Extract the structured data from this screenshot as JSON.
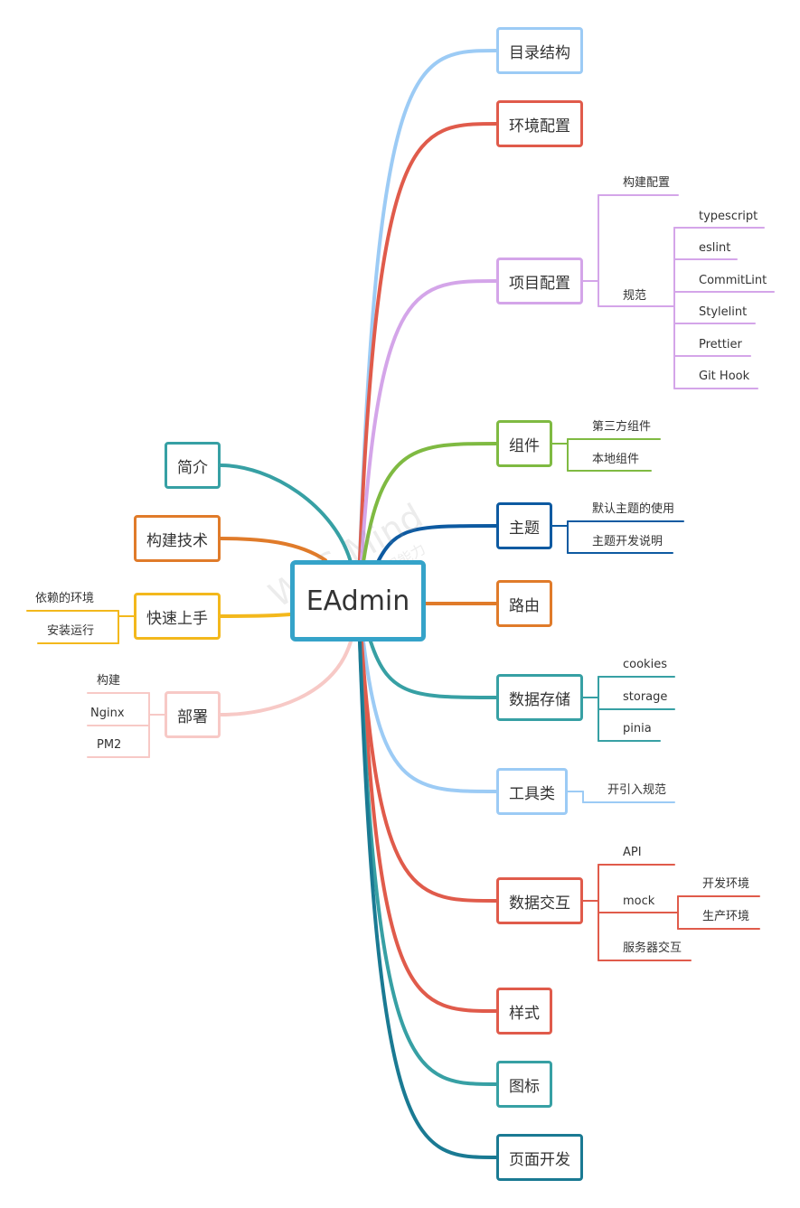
{
  "root": "EAdmin",
  "watermark": {
    "line1": "WPS Mind",
    "line2": "WPS仅提供工作图能力"
  },
  "right_branches": [
    {
      "label": "目录结构",
      "color": "#9ccbf5"
    },
    {
      "label": "环境配置",
      "color": "#e05b4b"
    },
    {
      "label": "项目配置",
      "color": "#d4a5e9",
      "children": [
        "构建配置",
        "规范"
      ],
      "grandchildren": [
        "typescript",
        "eslint",
        "CommitLint",
        "Stylelint",
        "Prettier",
        "Git Hook"
      ]
    },
    {
      "label": "组件",
      "color": "#7fba42",
      "children": [
        "第三方组件",
        "本地组件"
      ]
    },
    {
      "label": "主题",
      "color": "#0d5aa1",
      "children": [
        "默认主题的使用",
        "主题开发说明"
      ]
    },
    {
      "label": "路由",
      "color": "#e07b2a"
    },
    {
      "label": "数据存储",
      "color": "#37a0a4",
      "children": [
        "cookies",
        "storage",
        "pinia"
      ]
    },
    {
      "label": "工具类",
      "color": "#9ccbf5",
      "children": [
        "开引入规范"
      ]
    },
    {
      "label": "数据交互",
      "color": "#e05b4b",
      "children": [
        "API",
        "mock",
        "服务器交互"
      ],
      "grandchildren": [
        "开发环境",
        "生产环境"
      ]
    },
    {
      "label": "样式",
      "color": "#e05b4b"
    },
    {
      "label": "图标",
      "color": "#37a0a4"
    },
    {
      "label": "页面开发",
      "color": "#1a7a93"
    }
  ],
  "left_branches": [
    {
      "label": "简介",
      "color": "#37a0a4"
    },
    {
      "label": "构建技术",
      "color": "#e07b2a"
    },
    {
      "label": "快速上手",
      "color": "#f3b81c",
      "children": [
        "依赖的环境",
        "安装运行"
      ]
    },
    {
      "label": "部署",
      "color": "#f7c9c6",
      "children": [
        "构建",
        "Nginx",
        "PM2"
      ]
    }
  ]
}
